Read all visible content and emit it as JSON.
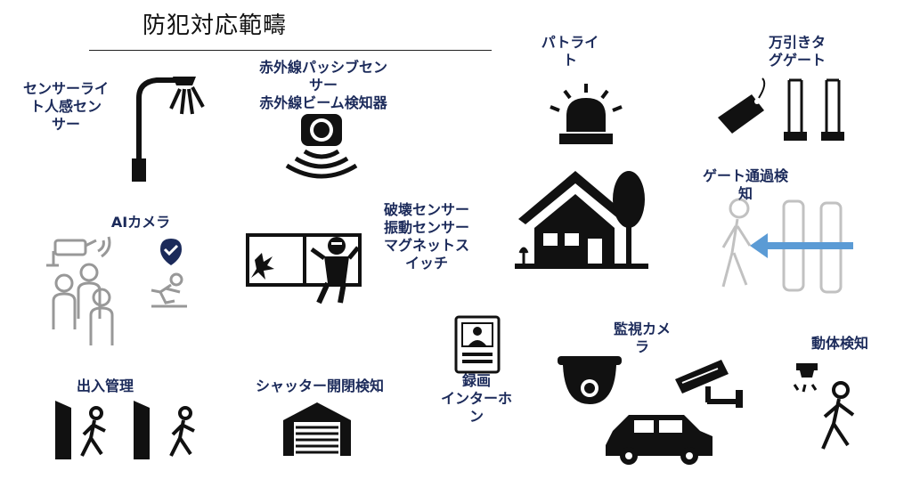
{
  "title": "防犯対応範疇",
  "labels": {
    "sensor_light": [
      "センサーライ",
      "ト人感セン",
      "サー"
    ],
    "infrared": [
      "赤外線パッシブセン",
      "サー",
      "赤外線ビーム検知器"
    ],
    "patlight": [
      "パトライ",
      "ト"
    ],
    "security_tag": [
      "万引きタ",
      "グゲート"
    ],
    "gate_detect": [
      "ゲート通過検",
      "知"
    ],
    "ai_camera": [
      "AIカメラ"
    ],
    "break_sensor": [
      "破壊センサー",
      "振動センサー",
      "マグネットス",
      "イッチ"
    ],
    "intercom": [
      "録画",
      "インターホ",
      "ン"
    ],
    "surveillance": [
      "監視カメ",
      "ラ"
    ],
    "motion": [
      "動体検知"
    ],
    "access": [
      "出入管理"
    ],
    "shutter": [
      "シャッター開閉検知"
    ]
  },
  "colors": {
    "label": "#1b2a5a",
    "icon": "#111111",
    "arrow": "#5b9bd5"
  }
}
